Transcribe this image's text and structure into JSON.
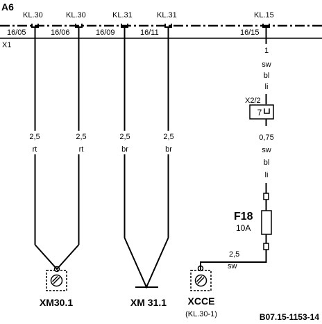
{
  "header": {
    "module": "A6",
    "connector": "X1",
    "terminals": [
      {
        "kl": "KL.30",
        "pin": "16/05"
      },
      {
        "kl": "KL.30",
        "pin": "16/06"
      },
      {
        "kl": "KL.31",
        "pin": "16/09"
      },
      {
        "kl": "KL.31",
        "pin": "16/11"
      },
      {
        "kl": "KL.15",
        "pin": "16/15"
      }
    ]
  },
  "wires": [
    {
      "size": "2,5",
      "color": "rt"
    },
    {
      "size": "2,5",
      "color": "rt"
    },
    {
      "size": "2,5",
      "color": "br"
    },
    {
      "size": "2,5",
      "color": "br"
    }
  ],
  "kl15_wire_top": {
    "pin": "1",
    "colors": [
      "sw",
      "bl",
      "li"
    ]
  },
  "connector_x2": {
    "label": "X2/2",
    "pin": "7"
  },
  "kl15_wire_mid": {
    "size": "0,75",
    "colors": [
      "sw",
      "bl",
      "li"
    ]
  },
  "fuse": {
    "name": "F18",
    "rating": "10A"
  },
  "xcce_wire": {
    "size": "2,5",
    "color": "sw"
  },
  "grounds": {
    "xm30": "XM30.1",
    "xm31": "XM 31.1",
    "xcce": "XCCE",
    "xcce_sub": "(KL.30-1)"
  },
  "figure_id": "B07.15-1153-14"
}
